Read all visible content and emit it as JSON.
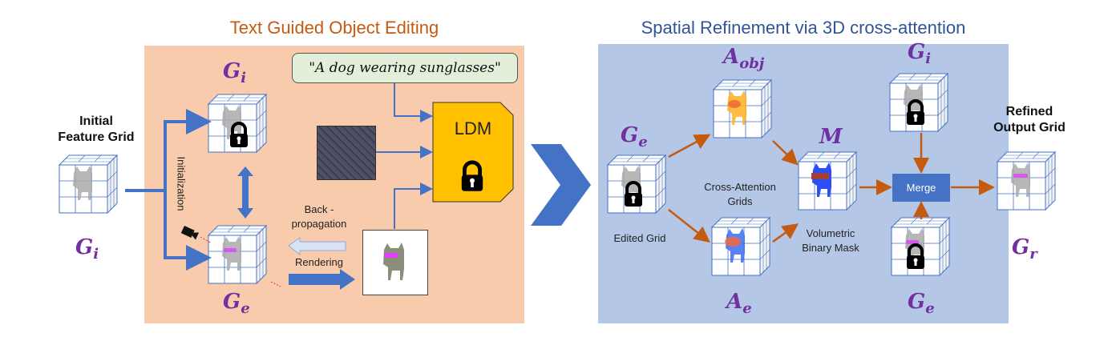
{
  "left_panel": {
    "title": "Text Guided Object Editing",
    "prompt": "\"A dog wearing sunglasses\"",
    "ldm_label": "LDM",
    "init_label": "Initialization",
    "backprop_label_1": "Back -",
    "backprop_label_2": "propagation",
    "rendering_label": "Rendering",
    "gi_symbol": {
      "base": "G",
      "sub": "i"
    },
    "ge_symbol": {
      "base": "G",
      "sub": "e"
    }
  },
  "input": {
    "label_1": "Initial",
    "label_2": "Feature Grid",
    "symbol": {
      "base": "G",
      "sub": "i"
    }
  },
  "right_panel": {
    "title": "Spatial Refinement via 3D cross-attention",
    "ge_symbol": {
      "base": "G",
      "sub": "e"
    },
    "edited_grid_label": "Edited Grid",
    "aobj_symbol": {
      "base": "A",
      "sub": "obj"
    },
    "ae_symbol": {
      "base": "A",
      "sub": "e"
    },
    "cross_attention_label_1": "Cross-Attention",
    "cross_attention_label_2": "Grids",
    "m_symbol": {
      "base": "M",
      "sub": ""
    },
    "mask_label_1": "Volumetric",
    "mask_label_2": "Binary Mask",
    "merge_label": "Merge",
    "gi_symbol": {
      "base": "G",
      "sub": "i"
    },
    "ge2_symbol": {
      "base": "G",
      "sub": "e"
    }
  },
  "output": {
    "label_1": "Refined",
    "label_2": "Output Grid",
    "symbol": {
      "base": "G",
      "sub": "r"
    }
  },
  "colors": {
    "left_panel_bg": "#f7cbac",
    "right_panel_bg": "#b4c7e7",
    "blue_arrow": "#4472c4",
    "orange_arrow": "#c55a11",
    "ldm_fill": "#ffc000",
    "symbol_purple": "#7030a0"
  }
}
